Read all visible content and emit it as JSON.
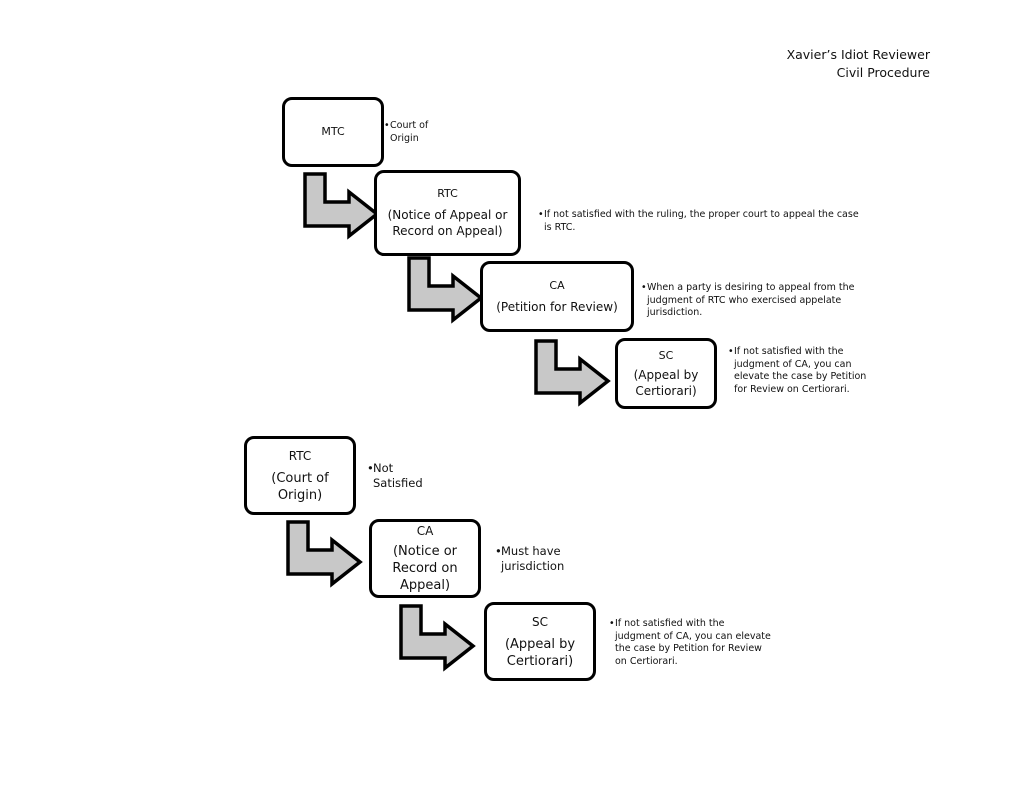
{
  "header": {
    "line1": "Xavier’s Idiot Reviewer",
    "line2": "Civil Procedure"
  },
  "flow1": {
    "mtc": {
      "title": "MTC",
      "note": [
        "Court of",
        "Origin"
      ]
    },
    "rtc": {
      "title": "RTC",
      "sub": [
        "(Notice of Appeal or",
        "Record on Appeal)"
      ],
      "note": [
        "If not satisfied with the ruling, the proper court to appeal the case",
        "is RTC."
      ]
    },
    "ca": {
      "title": "CA",
      "sub": [
        "(Petition for Review)"
      ],
      "note": [
        "When a party is desiring to appeal from the",
        "judgment of RTC who exercised appelate",
        "jurisdiction."
      ]
    },
    "sc": {
      "title": "SC",
      "sub": [
        "(Appeal by",
        "Certiorari)"
      ],
      "note": [
        "If not satisfied with the",
        "judgment of CA, you can",
        "elevate the case by Petition",
        "for Review on Certiorari."
      ]
    }
  },
  "flow2": {
    "rtc": {
      "title": "RTC",
      "sub": [
        "(Court of",
        "Origin)"
      ],
      "note": [
        "Not",
        "Satisfied"
      ]
    },
    "ca": {
      "title": "CA",
      "sub": [
        "(Notice or",
        "Record on",
        "Appeal)"
      ],
      "note": [
        "Must have",
        "jurisdiction"
      ]
    },
    "sc": {
      "title": "SC",
      "sub": [
        "(Appeal by",
        "Certiorari)"
      ],
      "note": [
        "If not satisfied with the",
        "judgment of CA, you can elevate",
        "the case by Petition for Review",
        "on Certiorari."
      ]
    }
  },
  "colors": {
    "arrow_fill": "#c8c8c8",
    "stroke": "#000000"
  }
}
